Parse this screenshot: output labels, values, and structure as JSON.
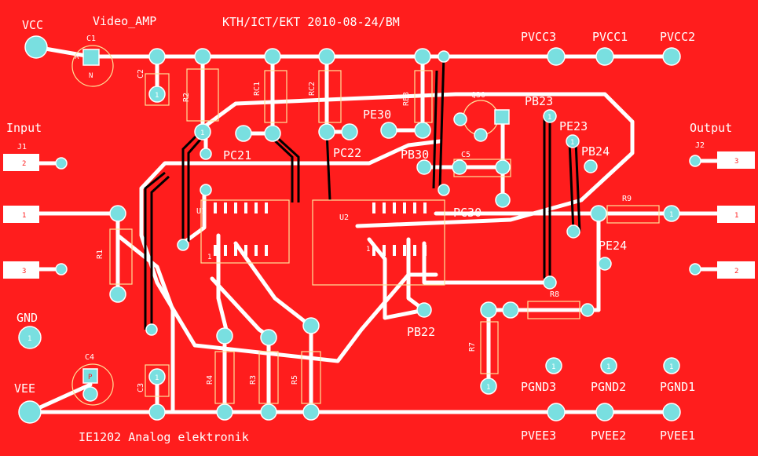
{
  "title": {
    "project": "Video_AMP",
    "org_date": "KTH/ICT/EKT  2010-08-24/BM",
    "course": "IE1202 Analog elektronik"
  },
  "colors": {
    "board": "#ff1d1d",
    "trace": "#ffffff",
    "back_trace": "#000000",
    "pad": "#79dfe0",
    "silk": "#ffe29a"
  },
  "rails": {
    "vcc": "VCC",
    "vee": "VEE",
    "gnd": "GND",
    "pvcc3": "PVCC3",
    "pvcc1": "PVCC1",
    "pvcc2": "PVCC2",
    "pvee3": "PVEE3",
    "pvee2": "PVEE2",
    "pvee1": "PVEE1",
    "pgnd3": "PGND3",
    "pgnd2": "PGND2",
    "pgnd1": "PGND1"
  },
  "connectors": {
    "input": "Input",
    "output": "Output",
    "j1": "J1",
    "j2": "J2",
    "pin1": "1",
    "pin2": "2",
    "pin3": "3"
  },
  "components": {
    "c1": "C1",
    "c2": "C2",
    "c3": "C3",
    "c4": "C4",
    "c5": "C5",
    "r1": "R1",
    "r2": "R2",
    "r3": "R3",
    "r4": "R4",
    "r5": "R5",
    "r7": "R7",
    "r8": "R8",
    "r9": "R9",
    "rc1": "RC1",
    "rc2": "RC2",
    "re3": "RE3",
    "u1": "U1",
    "u2": "U2",
    "q30": "Q30",
    "anode": "A",
    "neg": "N",
    "pos": "P",
    "one": "1"
  },
  "testpoints": {
    "pc21": "PC21",
    "pc22": "PC22",
    "pe30": "PE30",
    "pb30": "PB30",
    "pc30": "PC30",
    "pb23": "PB23",
    "pe23": "PE23",
    "pb24": "PB24",
    "pe24": "PE24",
    "pb22": "PB22"
  }
}
